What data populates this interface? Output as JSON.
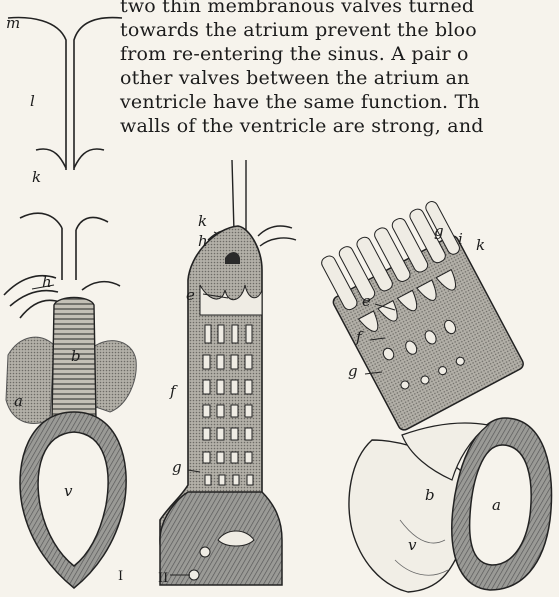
{
  "text": {
    "lines": [
      "two thin membranous valves turned",
      "towards the atrium prevent the bloo",
      "from re-entering the sinus.  A pair o",
      "other valves between the atrium an",
      "ventricle have the same function.  Th",
      "walls of the ventricle are strong, and"
    ]
  },
  "figure": {
    "fig1": {
      "number": "I",
      "labels": {
        "m": "m",
        "l": "l",
        "k": "k",
        "h": "h",
        "b": "b",
        "a": "a",
        "v": "v"
      }
    },
    "fig2": {
      "number": "II",
      "labels": {
        "k": "k",
        "h": "h",
        "e": "e",
        "f": "f",
        "g": "g"
      }
    },
    "fig3": {
      "labels": {
        "g": "g",
        "i": "i",
        "k": "k",
        "e": "e",
        "f": "f",
        "b": "b",
        "a": "a",
        "v": "v"
      }
    }
  }
}
